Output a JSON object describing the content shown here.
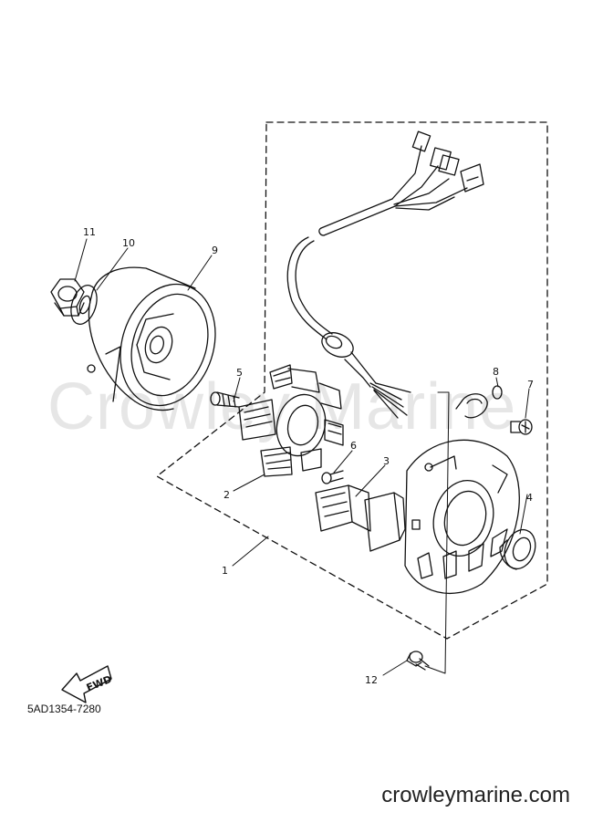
{
  "watermark_text": "Crowley Marine",
  "drawing_code": "5AD1354-7280",
  "site_url": "crowleymarine.com",
  "fwd_label": "FWD",
  "callouts": [
    {
      "id": "c1",
      "label": "1"
    },
    {
      "id": "c2",
      "label": "2"
    },
    {
      "id": "c3",
      "label": "3"
    },
    {
      "id": "c4",
      "label": "4"
    },
    {
      "id": "c5",
      "label": "5"
    },
    {
      "id": "c6",
      "label": "6"
    },
    {
      "id": "c7",
      "label": "7"
    },
    {
      "id": "c8",
      "label": "8"
    },
    {
      "id": "c9",
      "label": "9"
    },
    {
      "id": "c10",
      "label": "10"
    },
    {
      "id": "c11",
      "label": "11"
    },
    {
      "id": "c12",
      "label": "12"
    }
  ],
  "colors": {
    "line": "#111111",
    "watermark": "#e6e6e6"
  }
}
